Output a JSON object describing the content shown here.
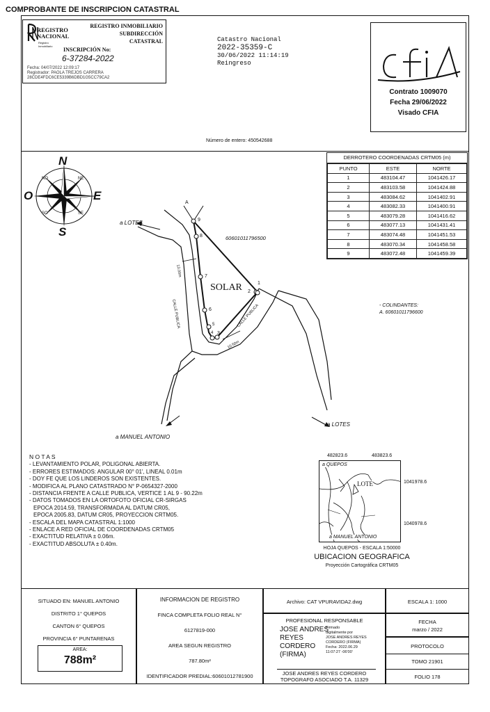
{
  "header": {
    "title": "COMPROBANTE DE INSCRIPCION CATASTRAL"
  },
  "registry_stamp": {
    "logo_text": "REGISTRO NACIONAL",
    "logo_sub": "Registro Inmobiliario",
    "right_lines": [
      "REGISTRO INMOBILIARIO",
      "SUBDIRECCIÓN",
      "CATASTRAL"
    ],
    "inscription_label": "INSCRIPCIÓN No:",
    "inscription_number": "6-37284-2022",
    "fecha_line": "Fecha:     04/07/2022 12:09:17",
    "registrador_line": "Registrador: PAOLA TREJOS CARRERA",
    "hash_line": "28CDE4FDC6CE5339B6DBD1G5CC79CA2"
  },
  "catastro": {
    "line1": "Catastro Nacional",
    "line2": "2022-35359-C",
    "line3": "30/06/2022 11:14:19",
    "line4": "Reingreso"
  },
  "cfia": {
    "logo": "cfia",
    "contract": "Contrato 1009070",
    "date": "Fecha 29/06/2022",
    "visado": "Visado CFIA"
  },
  "entry_number": "Número de entero: 450542688",
  "coords_table": {
    "title": "DERROTERO COORDENADAS CRTM05 (m)",
    "headers": [
      "PUNTO",
      "ESTE",
      "NORTE"
    ],
    "rows": [
      [
        "1",
        "483104.47",
        "1041426.17"
      ],
      [
        "2",
        "483103.58",
        "1041424.88"
      ],
      [
        "3",
        "483084.62",
        "1041402.91"
      ],
      [
        "4",
        "483082.33",
        "1041400.91"
      ],
      [
        "5",
        "483079.28",
        "1041416.62"
      ],
      [
        "6",
        "483077.13",
        "1041431.41"
      ],
      [
        "7",
        "483074.48",
        "1041451.53"
      ],
      [
        "8",
        "483070.34",
        "1041458.58"
      ],
      [
        "9",
        "483072.48",
        "1041459.39"
      ]
    ]
  },
  "compass": {
    "n": "N",
    "s": "S",
    "e": "E",
    "o": "O",
    "ne": "NE",
    "no": "NO",
    "se": "SE",
    "so": "SO"
  },
  "plan": {
    "lotes_left": "a  LOTES",
    "lotes_right": "a  LOTES",
    "manuel_antonio": "a  MANUEL  ANTONIO",
    "finca_number": "60601011796500",
    "solar": "SOLAR",
    "calle_publica_1": "CALLE PUBLICA",
    "calle_publica_2": "CALLE PUBLICA",
    "width_1": "13.00m",
    "width_2": "10.50m",
    "vertex_a": "A",
    "vertex_labels": [
      "1",
      "2",
      "3",
      "4",
      "5",
      "6",
      "7",
      "8",
      "9"
    ],
    "colindantes_title": "-   COLINDANTES:",
    "colindantes_a": "A.   60601011796600"
  },
  "notes": {
    "title": "N O T A S",
    "lines": [
      "- LEVANTAMIENTO POLAR, POLIGONAL ABIERTA.",
      "- ERRORES ESTIMADOS: ANGULAR 00° 01', LINEAL 0.01m",
      "- DOY FE QUE LOS LINDEROS SON EXISTENTES.",
      "- MODIFICA AL PLANO CATASTRADO N° P-0654327-2000",
      "- DISTANCIA FRENTE A CALLE PUBLICA, VERTICE 1 AL 9 - 90.22m",
      "- DATOS TOMADOS EN LA ORTOFOTO OFICIAL CR-SIRGAS",
      "  EPOCA 2014.59, TRANSFORMADA AL DATUM CR05,",
      "  EPOCA 2005.83, DATUM CR05, PROYECCION CRTM05.",
      "- ESCALA DEL MAPA CATASTRAL 1:1000",
      "- ENLACE A RED OFICIAL DE COORDENADAS CRTM05",
      "- EXACTITUD RELATIVA ± 0.06m.",
      "- EXACTITUD ABSOLUTA ± 0.40m."
    ]
  },
  "location": {
    "top_left_coord": "482823.6",
    "top_right_coord": "483823.6",
    "right_top_coord": "1041978.6",
    "right_bottom_coord": "1040978.6",
    "quepos": "a  QUEPOS",
    "lote": "LOTE",
    "manuel_antonio": "a  MANUEL  ANTONIO",
    "sheet": "HOJA QUEPOS - ESCALA 1:50000",
    "title": "UBICACION GEOGRAFICA",
    "projection": "Proyección Cartográfica CRTM05"
  },
  "footer": {
    "situado": "SITUADO EN: MANUEL ANTONIO",
    "distrito": "DISTRITO 1° QUEPOS",
    "canton": "CANTON 6° QUEPOS",
    "provincia": "PROVINCIA 6° PUNTARENAS",
    "area_label": "AREA:",
    "area_value": "788m²",
    "info_registro": "INFORMACION DE REGISTRO",
    "finca_completa": "FINCA COMPLETA FOLIO REAL N°",
    "finca_number": "6127819-000",
    "area_registro_label": "AREA SEGUN REGISTRO",
    "area_registro_value": "787.80m²",
    "identificador": "IDENTIFICADOR PREDIAL:60601012781900",
    "archivo": "Archivo: CAT VPURAVIDA2.dwg",
    "profesional_label": "PROFESIONAL RESPONSABLE",
    "firma_name": [
      "JOSE ANDRES",
      "REYES",
      "CORDERO",
      "(FIRMA)"
    ],
    "firma_digital": [
      "Firmado",
      "digitalmente por",
      "JOSE ANDRES REYES",
      "CORDERO (FIRMA)",
      "Fecha: 2022.06.29",
      "11:07:27 -06'00'"
    ],
    "topografo_name": "JOSE ANDRES REYES CORDERO",
    "topografo_title": "TOPOGRAFO ASOCIADO T.A. 11329",
    "escala": "ESCALA 1: 1000",
    "fecha_label": "FECHA",
    "fecha_value": "marzo / 2022",
    "protocolo": "PROTOCOLO",
    "tomo": "TOMO 21901",
    "folio": "FOLIO 178"
  }
}
